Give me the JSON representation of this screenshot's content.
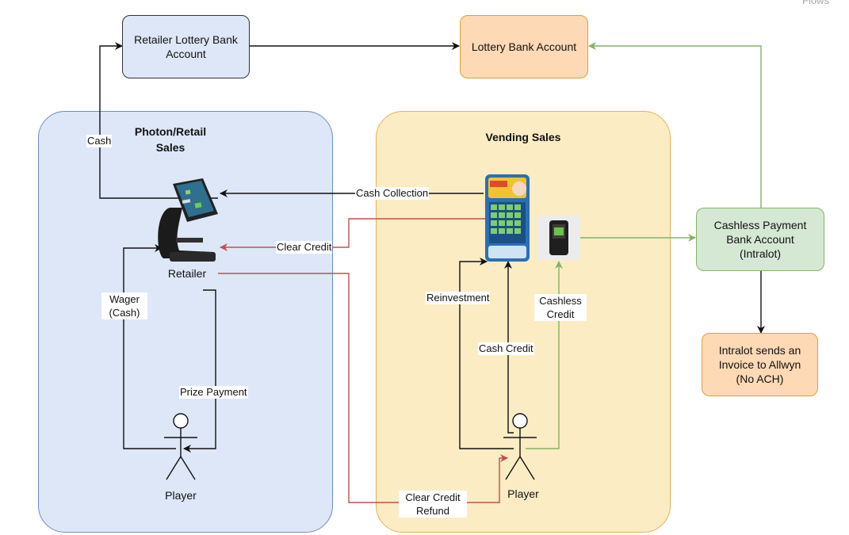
{
  "colors": {
    "blue_fill": "#dde7f7",
    "blue_stroke": "#6c8ebf",
    "yellow_fill": "#fbecc4",
    "yellow_stroke": "#e4b44b",
    "orange_fill": "#fdd9b5",
    "orange_stroke": "#d6a637",
    "green_fill": "#d5e8d4",
    "green_stroke": "#82b366",
    "red_line": "#c0504d",
    "green_line": "#82b366",
    "black_line": "#111111"
  },
  "corner_text": "Flows",
  "nodes": {
    "retailer_bank": "Retailer Lottery Bank Account",
    "lottery_bank": "Lottery Bank Account",
    "cashless_bank": "Cashless Payment Bank Account (Intralot)",
    "intralot_invoice": "Intralot sends an Invoice to Allwyn (No ACH)"
  },
  "groups": {
    "retail": "Photon/Retail Sales",
    "vending": "Vending Sales"
  },
  "devices": {
    "retailer_label": "Retailer",
    "retailer_terminal_icon": "retail-terminal-icon",
    "vending_machine_icon": "vending-machine-icon",
    "card_reader_icon": "card-reader-icon"
  },
  "actors": {
    "retail_player": "Player",
    "vending_player": "Player"
  },
  "edge_labels": {
    "cash": "Cash",
    "cash_collection": "Cash Collection",
    "clear_credit": "Clear Credit",
    "wager": "Wager (Cash)",
    "prize_payment": "Prize Payment",
    "reinvestment": "Reinvestment",
    "cashless_credit": "Cashless Credit",
    "cash_credit": "Cash Credit",
    "clear_credit_refund": "Clear Credit Refund"
  }
}
